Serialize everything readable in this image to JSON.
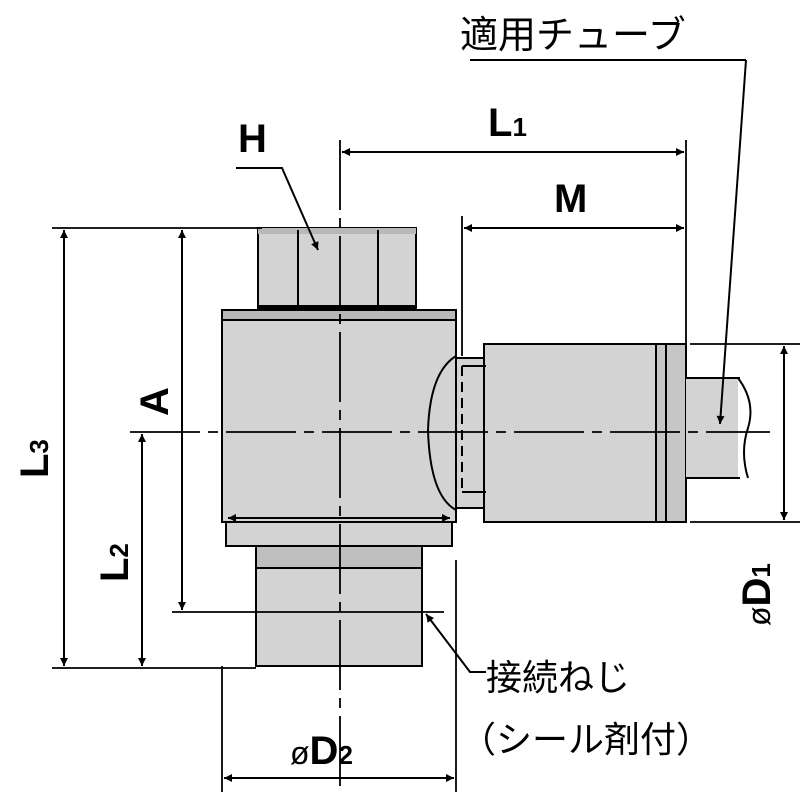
{
  "labels": {
    "tube": "適用チューブ",
    "hex": "H",
    "l1": "L",
    "l1_sub": "1",
    "m": "M",
    "a": "A",
    "l3": "L",
    "l3_sub": "3",
    "l2": "L",
    "l2_sub": "2",
    "d1_prefix": "ø",
    "d1": "D",
    "d1_sub": "1",
    "d2_prefix": "ø",
    "d2": "D",
    "d2_sub": "2",
    "thread_line1": "接続ねじ",
    "thread_line2": "（シール剤付）"
  },
  "colors": {
    "line": "#000000",
    "body_fill": "#d3d3d3",
    "body_dark": "#b8b8b8",
    "background": "#ffffff"
  }
}
